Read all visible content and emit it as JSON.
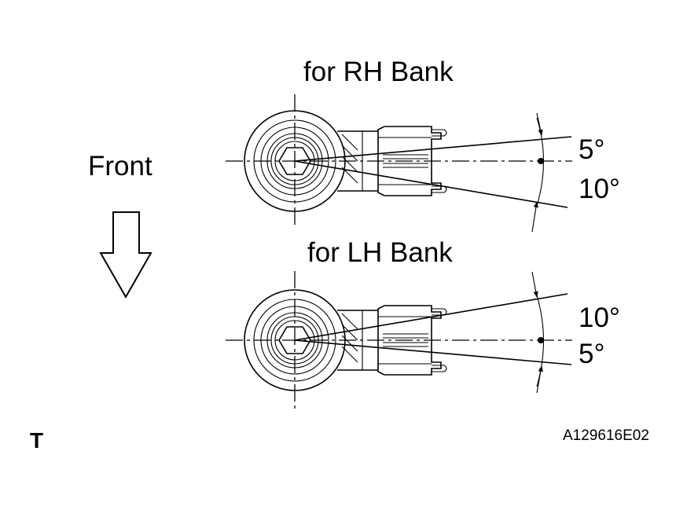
{
  "labels": {
    "rh_bank": "for RH Bank",
    "lh_bank": "for LH Bank",
    "front": "Front",
    "corner_mark": "T",
    "figure_id": "A129616E02"
  },
  "rh_angles": {
    "upper": "5°",
    "lower": "10°"
  },
  "lh_angles": {
    "upper": "10°",
    "lower": "5°"
  }
}
